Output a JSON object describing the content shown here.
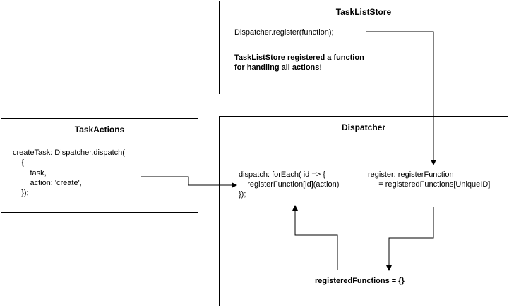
{
  "task_list_store": {
    "title": "TaskListStore",
    "register_call": "Dispatcher.register(function);",
    "note_line1": "TaskListStore registered a function",
    "note_line2": "for handling all actions!"
  },
  "task_actions": {
    "title": "TaskActions",
    "code": [
      "createTask: Dispatcher.dispatch(",
      "    {",
      "        task,",
      "        action: 'create',",
      "    });"
    ]
  },
  "dispatcher": {
    "title": "Dispatcher",
    "dispatch_code": [
      "dispatch: forEach( id => {",
      "    registerFunction[id](action)",
      "});"
    ],
    "register_code": [
      "register: registerFunction",
      "     = registeredFunctions[UniqueID]"
    ],
    "registered_functions": "registeredFunctions = {}"
  },
  "colors": {
    "stroke": "#000000",
    "fill": "#ffffff"
  }
}
